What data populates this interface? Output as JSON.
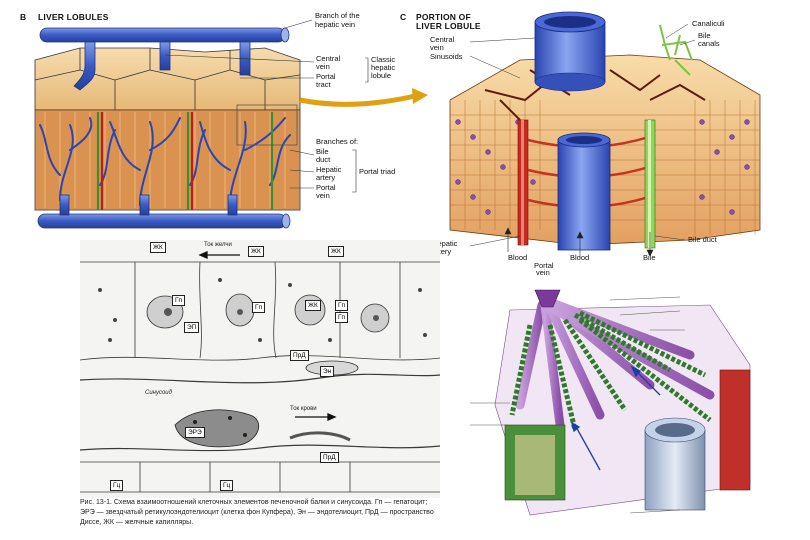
{
  "panel_b": {
    "letter": "B",
    "title": "LIVER LOBULES",
    "labels": {
      "branch_hepatic_vein": [
        "Branch of the",
        "hepatic vein"
      ],
      "central_vein": [
        "Central",
        "vein"
      ],
      "portal_tract": [
        "Portal",
        "tract"
      ],
      "classic_lobule": [
        "Classic",
        "hepatic",
        "lobule"
      ],
      "branches_of": "Branches of:",
      "bile_duct": [
        "Bile",
        "duct"
      ],
      "hepatic_artery": [
        "Hepatic",
        "artery"
      ],
      "portal_vein": [
        "Portal",
        "vein"
      ],
      "portal_triad": "Portal triad"
    }
  },
  "panel_c": {
    "letter": "C",
    "title": [
      "PORTION OF",
      "LIVER LOBULE"
    ],
    "labels": {
      "central_vein": [
        "Central",
        "vein"
      ],
      "sinusoids": "Sinusoids",
      "canaliculi": "Canaliculi",
      "bile_canals": [
        "Bile",
        "canals"
      ],
      "hepatic_artery": [
        "Hepatic",
        "artery"
      ],
      "blood_left": "Blood",
      "portal_vein": [
        "Portal",
        "vein"
      ],
      "blood_right": "Blood",
      "bile": "Bile",
      "bile_duct": "Bile duct"
    }
  },
  "panel_micro": {
    "boxes": [
      "ЖК",
      "ЖК",
      "ЖК",
      "Гп",
      "Гп",
      "ЭП",
      "Гп",
      "ЖК",
      "Гп",
      "ПрД",
      "Эн",
      "ЭРЭ",
      "ПрД",
      "Гц",
      "Гц"
    ],
    "flow_bile": "Ток желчи",
    "sinusoid": "Синусоид",
    "flow_blood": "Ток крови",
    "caption": "Рис. 13-1. Схема взаимоотношений клеточных элементов печеночной балки и синусоида. Гп — гепатоцит; ЭРЭ — звездчатый ретикулоэндотелиоцит (клетка фон Купфера), Эн — эндотелиоцит, ПрД — пространство Диссе, ЖК — желчные капилляры."
  },
  "colors": {
    "vein_blue": "#3c5fc8",
    "lobule_tan": "#f0d2a0",
    "artery_red": "#b82020",
    "bile_green": "#3d8f2e",
    "micro_ink": "#3a3a3a",
    "purple": "#8a4fa8"
  }
}
